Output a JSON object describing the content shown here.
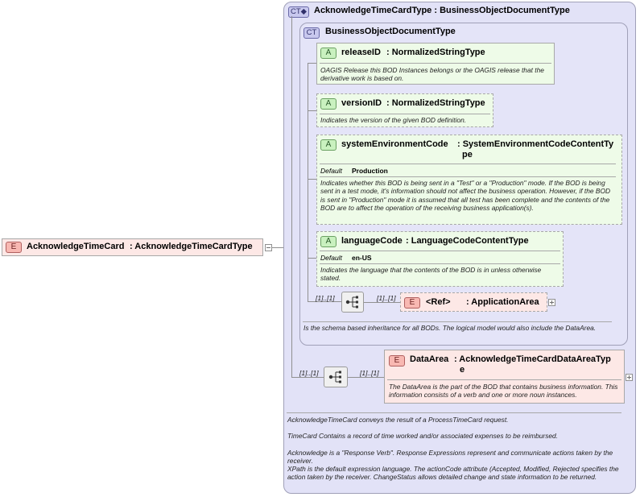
{
  "root_element": {
    "badge": "E",
    "name": "AcknowledgeTimeCard",
    "type": ": AcknowledgeTimeCardType"
  },
  "outer_type": {
    "badge": "CT",
    "name": "AcknowledgeTimeCardType : BusinessObjectDocumentType",
    "documentation": [
      "AcknowledgeTimeCard conveys the result of a ProcessTimeCard request.",
      "TimeCard  Contains a record of time worked and/or associated expenses to be reimbursed.",
      "Acknowledge is a \"Response Verb\". Response Expressions represent and communicate actions taken by the receiver.",
      "XPath is the default expression language. The actionCode attribute (Accepted, Modified, Rejected specifies the action taken by the receiver. ChangeStatus allows detailed change and state information to be returned."
    ]
  },
  "base_type": {
    "badge": "CT",
    "name": "BusinessObjectDocumentType",
    "documentation": "Is the schema based inheritance for all BODs. The logical model would also include the DataArea."
  },
  "attributes": [
    {
      "badge": "A",
      "name": "releaseID",
      "type": ": NormalizedStringType",
      "documentation": "OAGIS Release this BOD Instances belongs or the OAGIS release that the derivative work is based on."
    },
    {
      "badge": "A",
      "name": "versionID",
      "type": ": NormalizedStringType",
      "documentation": "Indicates the version of the given BOD definition."
    },
    {
      "badge": "A",
      "name": "systemEnvironmentCode",
      "type_line1": ": SystemEnvironmentCodeContentTy",
      "type_line2": "pe",
      "default_label": "Default",
      "default_value": "Production",
      "documentation": "Indicates whether this BOD is being sent in a \"Test\" or a \"Production\" mode. If the BOD is being sent in a test mode, it's information should not affect the business operation. However, if the BOD is sent in \"Production\" mode it is assumed that all test has been complete and the contents of the BOD are to affect the operation of the receiving business application(s)."
    },
    {
      "badge": "A",
      "name": "languageCode",
      "type": ": LanguageCodeContentType",
      "default_label": "Default",
      "default_value": "en-US",
      "documentation": "Indicates the language that the contents of the BOD is in unless otherwise stated."
    }
  ],
  "application_area": {
    "badge": "E",
    "name": "<Ref>",
    "type": ": ApplicationArea",
    "seq_cardinality": "[1]..[1]",
    "elem_cardinality": "[1]..[1]"
  },
  "data_area": {
    "badge": "E",
    "name": "DataArea",
    "type_line1": ": AcknowledgeTimeCardDataAreaTyp",
    "type_line2": "e",
    "documentation": "The DataArea is the part of the BOD that contains business information. This information consists of a verb and one or more noun instances.",
    "seq_cardinality": "[1]..[1]",
    "elem_cardinality": "[1]..[1]"
  }
}
